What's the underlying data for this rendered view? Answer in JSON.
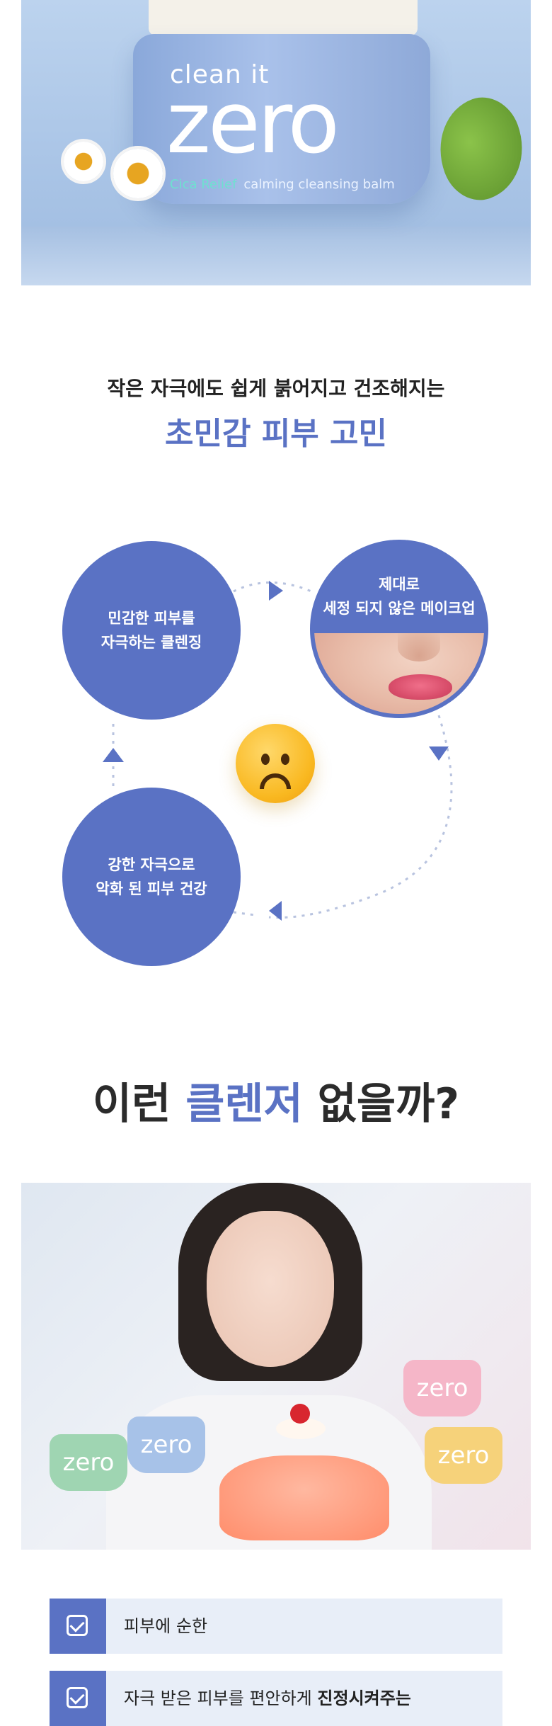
{
  "hero": {
    "product_line1": "clean it",
    "product_line2": "zero",
    "product_accent": "Cica Relief",
    "product_line3": "calming cleansing balm"
  },
  "problem": {
    "subheading": "작은 자극에도 쉽게 붉어지고 건조해지는",
    "heading": "초민감 피부 고민"
  },
  "cycle": {
    "item1_line1": "민감한 피부를",
    "item1_line2": "자극하는 클렌징",
    "item2_line1": "제대로",
    "item2_line2": "세정 되지 않은 메이크업",
    "item3_line1": "강한 자극으로",
    "item3_line2": "악화 된 피부 건강",
    "center_icon": "frowning-face-icon"
  },
  "question": {
    "part1": "이런 ",
    "highlight": "클렌저",
    "part2": " 없을까?"
  },
  "model_photo": {
    "jar_labels": [
      "zero",
      "zero",
      "zero",
      "zero"
    ]
  },
  "benefits": [
    {
      "text": "피부에 순한",
      "bold": ""
    },
    {
      "text": "자극 받은 피부를 편안하게 ",
      "bold": "진정시켜주는"
    }
  ],
  "colors": {
    "accent": "#5a72c4",
    "row_bg": "#e8eef8"
  }
}
